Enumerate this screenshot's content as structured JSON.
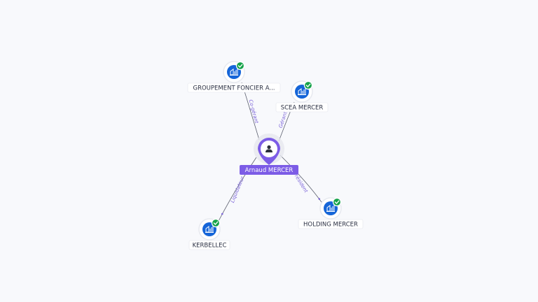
{
  "colors": {
    "background": "#f8f9fc",
    "person_accent": "#7c5ce6",
    "company": "#1565d8",
    "verified": "#16a34a",
    "edge_label": "#7b63d9"
  },
  "center": {
    "name": "Arnaud MERCER",
    "icon": "person-icon"
  },
  "companies": [
    {
      "id": "groupement",
      "name": "GROUPEMENT FONCIER A...",
      "role": "Co-gérant",
      "icon": "building-chart-icon",
      "verified": true
    },
    {
      "id": "scea",
      "name": "SCEA MERCER",
      "role": "Gérant",
      "icon": "building-chart-icon",
      "verified": true
    },
    {
      "id": "kerbellec",
      "name": "KERBELLEC",
      "role": "Liquidateur",
      "icon": "building-chart-icon",
      "verified": true
    },
    {
      "id": "holding",
      "name": "HOLDING MERCER",
      "role": "Président",
      "icon": "building-chart-icon",
      "verified": true
    }
  ]
}
